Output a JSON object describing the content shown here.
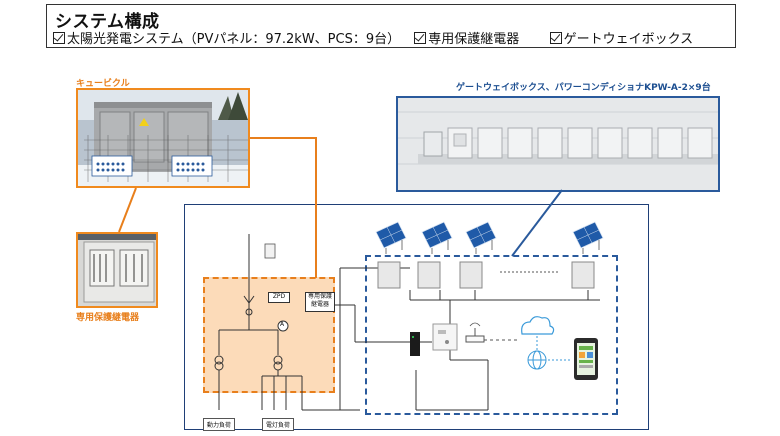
{
  "header": {
    "title": "システム構成",
    "items": [
      "太陽光発電システム（PVパネル：97.2kW、PCS：9台）",
      "専用保護継電器",
      "ゲートウェイボックス"
    ]
  },
  "labels": {
    "cubicle": "キュービクル",
    "relay": "専用保護継電器",
    "gateway": "ゲートウェイボックス、パワーコンディショナKPW-A-2×9台"
  },
  "diagram": {
    "zpd": "ZPD",
    "relay_box": "専用保護\n継電器",
    "relay_box_line1": "専用保護",
    "relay_box_line2": "継電器",
    "ammeter": "A",
    "load_power": "動力負荷",
    "load_light": "電灯負荷"
  },
  "colors": {
    "orange": "#e87f1c",
    "blue": "#2a5a9c"
  }
}
